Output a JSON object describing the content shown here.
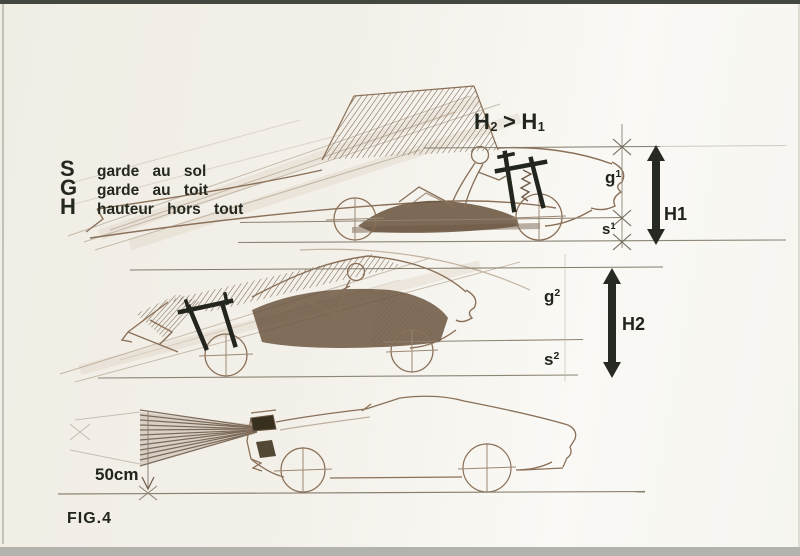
{
  "figure": {
    "caption": "FIG.4",
    "inequality": {
      "lhs": "H",
      "lhs_sub": "2",
      "op": ">",
      "rhs": "H",
      "rhs_sub": "1"
    },
    "legend": {
      "items": [
        {
          "symbol": "S",
          "label": "garde au sol"
        },
        {
          "symbol": "G",
          "label": "garde au toit"
        },
        {
          "symbol": "H",
          "label": "hauteur hors tout"
        }
      ]
    },
    "dimensions": {
      "car1": {
        "g": "g",
        "g_sup": "1",
        "s": "s",
        "s_sup": "1",
        "height": "H1"
      },
      "car2": {
        "g": "g",
        "g_sup": "2",
        "s": "s",
        "s_sup": "2",
        "height": "H2"
      },
      "car3": {
        "ground_clearance": "50cm"
      }
    },
    "colors": {
      "ink": "#24281f",
      "sepia": "#8a7058",
      "paper": "#f3f0e9",
      "arrow": "#262a23"
    }
  }
}
